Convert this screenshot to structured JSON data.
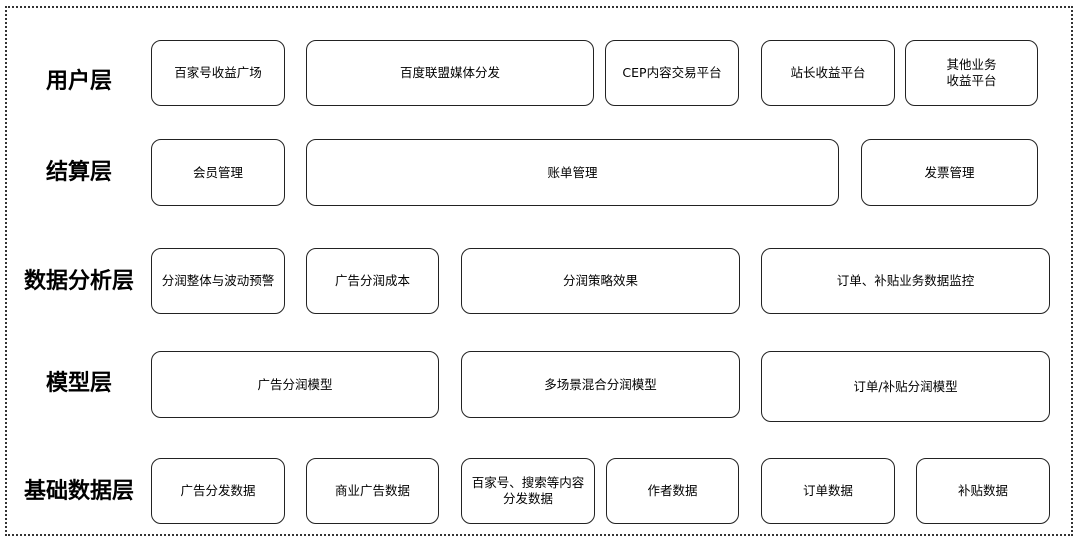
{
  "layers": [
    {
      "label": "用户层",
      "boxes": [
        "百家号收益广场",
        "百度联盟媒体分发",
        "CEP内容交易平台",
        "站长收益平台",
        "其他业务\n收益平台"
      ]
    },
    {
      "label": "结算层",
      "boxes": [
        "会员管理",
        "账单管理",
        "发票管理"
      ]
    },
    {
      "label": "数据分析层",
      "boxes": [
        "分润整体与波动预警",
        "广告分润成本",
        "分润策略效果",
        "订单、补贴业务数据监控"
      ]
    },
    {
      "label": "模型层",
      "boxes": [
        "广告分润模型",
        "多场景混合分润模型",
        "订单/补贴分润模型"
      ]
    },
    {
      "label": "基础数据层",
      "boxes": [
        "广告分发数据",
        "商业广告数据",
        "百家号、搜索等内容\n分发数据",
        "作者数据",
        "订单数据",
        "补贴数据"
      ]
    }
  ]
}
